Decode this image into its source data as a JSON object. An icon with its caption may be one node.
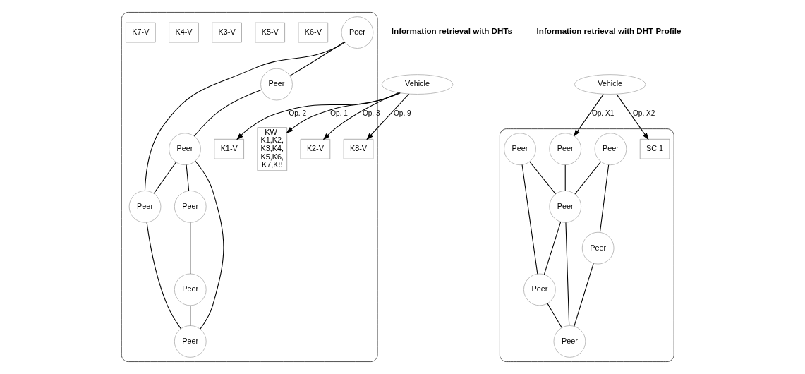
{
  "diagram": {
    "nodes": [
      {
        "text": [
          "Vehicle"
        ]
      },
      {
        "text": [],
        "shape": "cloud"
      },
      {
        "text": [
          "Peer"
        ],
        "in": 1
      },
      {
        "text": [
          "Peer"
        ],
        "in": 1
      },
      {
        "text": [
          "Peer"
        ],
        "in": 1
      },
      {
        "text": [
          "Peer"
        ],
        "in": 1
      },
      {
        "text": [
          "Peer"
        ],
        "in": 1
      },
      {
        "text": [
          "Peer"
        ],
        "in": 1
      },
      {
        "text": [
          "Peer"
        ],
        "in": 1
      },
      {
        "text": [
          "K1-V"
        ],
        "in": 1
      },
      {
        "text": [
          "KW- K1,K2, K3,K4, K5,K6, K7,K8"
        ],
        "in": 1
      },
      {
        "text": [
          "K2-V"
        ],
        "in": 1
      },
      {
        "text": [
          "K8-V"
        ],
        "in": 1
      },
      {
        "text": [
          "K6-V"
        ],
        "in": 1
      },
      {
        "text": [
          "K5-V"
        ],
        "in": 1
      },
      {
        "text": [
          "K3-V"
        ],
        "in": 1
      },
      {
        "text": [
          "K4-V"
        ],
        "in": 1
      },
      {
        "text": [
          "K7-V"
        ],
        "in": 1
      },
      {
        "text": [
          "Vehicle"
        ]
      },
      {
        "text": [],
        "shape": "cloud"
      },
      {
        "text": [
          "Peer"
        ],
        "in": 19
      },
      {
        "text": [
          "Peer"
        ],
        "in": 19
      },
      {
        "text": [
          "Peer"
        ],
        "in": 19
      },
      {
        "text": [
          "Peer"
        ],
        "in": 19
      },
      {
        "text": [
          "Peer"
        ],
        "in": 19
      },
      {
        "text": [
          "Peer"
        ],
        "in": 19
      },
      {
        "text": [
          "Peer"
        ],
        "in": 19
      },
      {
        "text": [
          "SC 1"
        ],
        "in": 19
      }
    ],
    "edges": [
      {
        "from": 0,
        "to": 10,
        "arrow": "to",
        "label": "Op. 1"
      },
      {
        "from": 0,
        "to": 9,
        "arrow": "to",
        "label": "Op. 2"
      },
      {
        "from": 0,
        "to": 11,
        "arrow": "to",
        "label": "Op. 3"
      },
      {
        "from": 0,
        "to": 12,
        "arrow": "to",
        "label": "Op. 9"
      },
      {
        "from": 2,
        "to": 3,
        "arrow": "none"
      },
      {
        "from": 3,
        "to": 4,
        "arrow": "none"
      },
      {
        "from": 4,
        "to": 5,
        "arrow": "none"
      },
      {
        "from": 5,
        "to": 6,
        "arrow": "none"
      },
      {
        "from": 2,
        "to": 7,
        "arrow": "none"
      },
      {
        "from": 4,
        "to": 7,
        "arrow": "none"
      },
      {
        "from": 4,
        "to": 8,
        "arrow": "none"
      },
      {
        "from": 6,
        "to": 8,
        "arrow": "none"
      },
      {
        "from": 7,
        "to": 8,
        "arrow": "none"
      },
      {
        "from": 18,
        "to": 20,
        "arrow": "to",
        "label": "Op. X1"
      },
      {
        "from": 18,
        "to": 27,
        "arrow": "to",
        "label": "Op. X2"
      },
      {
        "from": 20,
        "to": 23,
        "arrow": "none"
      },
      {
        "from": 21,
        "to": 23,
        "arrow": "none"
      },
      {
        "from": 21,
        "to": 24,
        "arrow": "none"
      },
      {
        "from": 22,
        "to": 23,
        "arrow": "none"
      },
      {
        "from": 22,
        "to": 25,
        "arrow": "none"
      },
      {
        "from": 23,
        "to": 25,
        "arrow": "none"
      },
      {
        "from": 23,
        "to": 26,
        "arrow": "none"
      },
      {
        "from": 24,
        "to": 26,
        "arrow": "none"
      },
      {
        "from": 25,
        "to": 26,
        "arrow": "none"
      }
    ],
    "labels": [
      "Information retrieval with DHTs",
      "Information retrieval with DHT Profile"
    ]
  }
}
